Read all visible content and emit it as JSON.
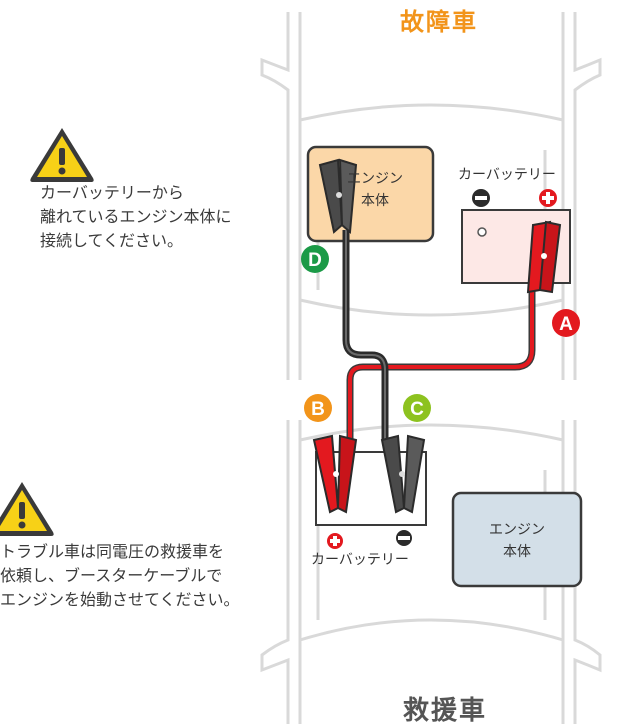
{
  "labels": {
    "faulty_car": "故障車",
    "rescue_car": "救援車",
    "battery_top": "カーバッテリー",
    "battery_bottom": "カーバッテリー",
    "engine_top": "エンジン\n本体",
    "engine_bottom": "エンジン\n本体"
  },
  "notes": {
    "note1": "カーバッテリーから\n離れているエンジン本体に\n接続してください。",
    "note2": "トラブル車は同電圧の救援車を\n依頼し、ブースターケーブルで\nエンジンを始動させてください。"
  },
  "markers": {
    "a": "A",
    "b": "B",
    "c": "C",
    "d": "D",
    "plus": "+",
    "minus": "−"
  },
  "colors": {
    "red_cable": "#e3191f",
    "black_cable": "#2b2b2b",
    "marker_a": "#e3191f",
    "marker_b": "#f2941a",
    "marker_c": "#8dc21f",
    "marker_d": "#1b9a47",
    "engine_top_fill": "#fbd7a8",
    "battery_top_fill": "#fde8e6",
    "engine_bottom_fill": "#d3dfe8",
    "warning_yellow": "#f7d117",
    "title_orange": "#f2941a"
  },
  "icons": [
    "warning-icon",
    "plus-icon",
    "minus-icon",
    "clamp-icon"
  ]
}
